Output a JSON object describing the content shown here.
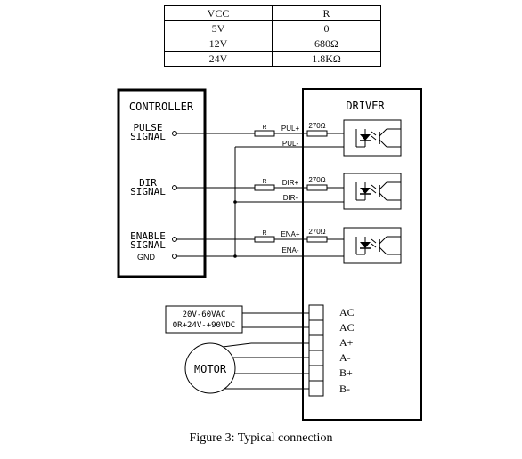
{
  "table": {
    "header": [
      "VCC",
      "R"
    ],
    "rows": [
      [
        "5V",
        "0"
      ],
      [
        "12V",
        "680Ω"
      ],
      [
        "24V",
        "1.8KΩ"
      ]
    ]
  },
  "controller": {
    "title": "CONTROLLER",
    "pulse_1": "PULSE",
    "pulse_2": "SIGNAL",
    "dir_1": "DIR",
    "dir_2": "SIGNAL",
    "enable_1": "ENABLE",
    "enable_2": "SIGNAL",
    "gnd": "GND"
  },
  "driver": {
    "title": "DRIVER",
    "terminals": [
      "AC",
      "AC",
      "A+",
      "A-",
      "B+",
      "B-"
    ]
  },
  "signals": {
    "pul_plus": "PUL+",
    "pul_minus": "PUL-",
    "dir_plus": "DIR+",
    "dir_minus": "DIR-",
    "ena_plus": "ENA+",
    "ena_minus": "ENA-",
    "r_label": "R",
    "internal_r": "270Ω"
  },
  "power": {
    "line1": "20V-60VAC",
    "line2": "OR+24V-+90VDC"
  },
  "motor": {
    "label": "MOTOR"
  },
  "caption": "Figure 3: Typical connection"
}
